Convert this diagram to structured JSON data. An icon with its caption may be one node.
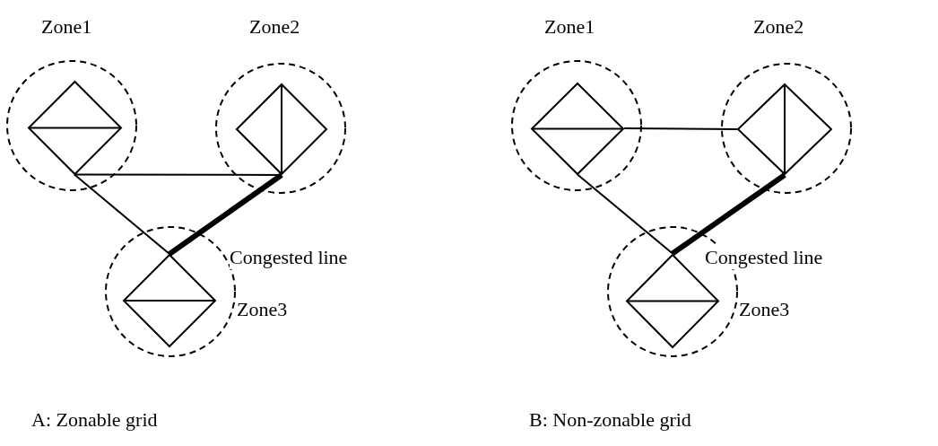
{
  "diagram": {
    "nodes": [
      {
        "text": [
          "Zone1"
        ]
      },
      {
        "text": [],
        "shape": "diamond",
        "in": 0
      },
      {
        "text": [
          "Zone2"
        ]
      },
      {
        "text": [],
        "shape": "diamond",
        "in": 2
      },
      {
        "text": [
          "Zone3"
        ]
      },
      {
        "text": [],
        "shape": "diamond",
        "in": 4
      },
      {
        "text": [
          "Zone1"
        ]
      },
      {
        "text": [],
        "shape": "diamond",
        "in": 6
      },
      {
        "text": [
          "Zone2"
        ]
      },
      {
        "text": [],
        "shape": "diamond",
        "in": 8
      },
      {
        "text": [
          "Zone3"
        ]
      },
      {
        "text": [],
        "shape": "diamond",
        "in": 10
      }
    ],
    "edges": [
      {
        "from": 1,
        "to": 3,
        "arrow": "none"
      },
      {
        "from": 1,
        "to": 5,
        "arrow": "none"
      },
      {
        "from": 3,
        "to": 5,
        "arrow": "none",
        "style": "thick",
        "label": "Congested line"
      },
      {
        "from": 7,
        "to": 9,
        "arrow": "none"
      },
      {
        "from": 7,
        "to": 11,
        "arrow": "none"
      },
      {
        "from": 9,
        "to": 11,
        "arrow": "none",
        "style": "thick",
        "label": "Congested line"
      }
    ],
    "labels": [
      "A: Zonable grid",
      "B: Non-zonable grid"
    ]
  }
}
